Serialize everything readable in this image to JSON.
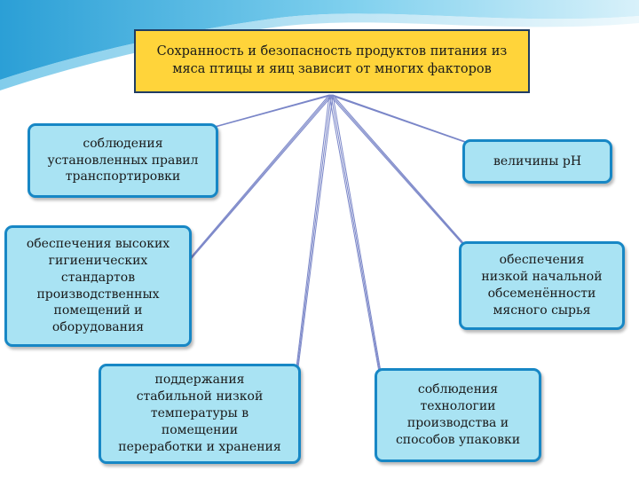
{
  "diagram": {
    "root": {
      "text": "Сохранность и безопасность продуктов питания из мяса птицы и яиц зависит от многих факторов"
    },
    "factors": [
      {
        "id": "transport",
        "text": "соблюдения\nустановленных правил\nтранспортировки"
      },
      {
        "id": "hygiene",
        "text": "обеспечения высоких\nгигиенических\nстандартов\nпроизводственных\nпомещений и\nоборудования"
      },
      {
        "id": "temp",
        "text": "поддержания\nстабильной низкой\nтемпературы в\nпомещении\nпереработки и хранения"
      },
      {
        "id": "ph",
        "text": "величины pH"
      },
      {
        "id": "contam",
        "text": "обеспечения\nнизкой начальной\nобсеменённости\nмясного сырья"
      },
      {
        "id": "tech",
        "text": "соблюдения\nтехнологии\nпроизводства и\nспособов упаковки"
      }
    ],
    "colors": {
      "root_fill": "#ffd43a",
      "root_border": "#1f3c63",
      "node_fill": "#a9e3f3",
      "node_border": "#1787c5",
      "connector": "#7a86c8"
    }
  }
}
